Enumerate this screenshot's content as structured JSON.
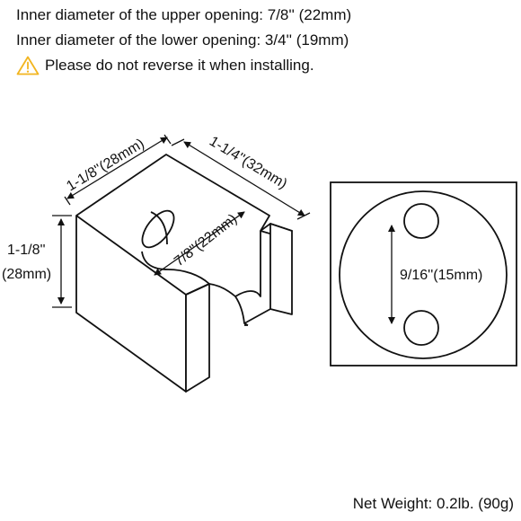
{
  "specs": {
    "upper_opening": "Inner diameter of the upper opening: 7/8'' (22mm)",
    "lower_opening": "Inner diameter of the lower opening: 3/4'' (19mm)",
    "warning": "Please do not reverse it when installing."
  },
  "icons": {
    "warning": "warning-triangle-icon"
  },
  "colors": {
    "warning_icon": "#f2b51f",
    "line": "#111111"
  },
  "dimensions": {
    "top_front_edge": "1-1/8''(28mm)",
    "top_side_edge": "1-1/4''(32mm)",
    "opening": "7/8''(22mm)",
    "height_line1": "1-1/8''",
    "height_line2": "(28mm)",
    "hole_spacing": "9/16''(15mm)"
  },
  "net_weight": "Net Weight: 0.2lb. (90g)"
}
